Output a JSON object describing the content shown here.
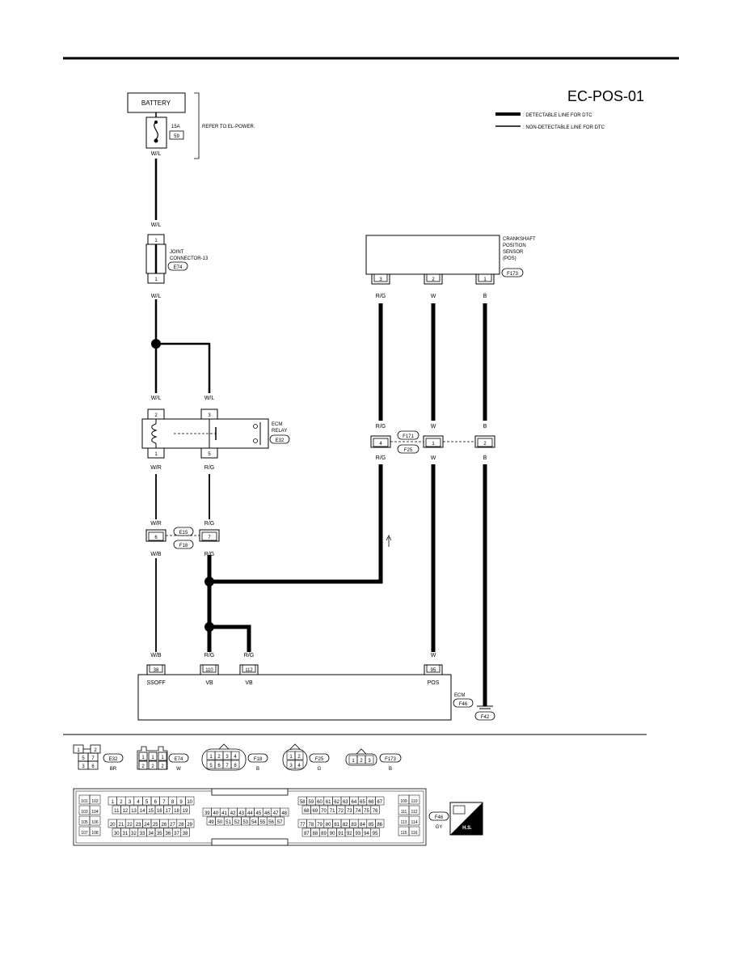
{
  "header": {
    "diagram_code": "EC-POS-01"
  },
  "legend": {
    "detectable": ": DETECTABLE LINE FOR DTC",
    "non_detectable": ": NON-DETECTABLE LINE FOR DTC"
  },
  "battery": {
    "label": "BATTERY",
    "fuse_rating": "15A",
    "fuse_number": "59",
    "refer_note": "REFER TO EL-POWER."
  },
  "joint_connector": {
    "name_line1": "JOINT",
    "name_line2": "CONNECTOR-13",
    "code": "E74",
    "pin_top": "1",
    "pin_bottom": "1"
  },
  "ecm_relay": {
    "name_line1": "ECM",
    "name_line2": "RELAY",
    "code": "E32",
    "pins": [
      "2",
      "3",
      "1",
      "5"
    ]
  },
  "crank_sensor": {
    "lines": [
      "CRANKSHAFT",
      "POSITION",
      "SENSOR",
      "(POS)"
    ],
    "code": "F173",
    "pins": [
      "3",
      "2",
      "1"
    ]
  },
  "connector_pair_left": {
    "top": "E15",
    "bottom": "F18",
    "pins": [
      "6",
      "7"
    ]
  },
  "connector_pair_right": {
    "top": "F171",
    "bottom": "F25",
    "pins": [
      "4",
      "1",
      "2"
    ]
  },
  "ecm": {
    "label": "ECM",
    "code": "F46",
    "ground": "F42",
    "pins": [
      {
        "num": "38",
        "name": "SSOFF"
      },
      {
        "num": "110",
        "name": "VB"
      },
      {
        "num": "112",
        "name": "VB"
      },
      {
        "num": "95",
        "name": "POS"
      }
    ]
  },
  "wire_colors": {
    "wl": "W/L",
    "wr": "W/R",
    "rg": "R/G",
    "wb": "W/B",
    "w": "W",
    "b": "B"
  },
  "connector_views": [
    {
      "code": "E32",
      "color": "BR",
      "cells": [
        "1",
        "2",
        "5",
        "7",
        "3",
        "6"
      ]
    },
    {
      "code": "E74",
      "color": "W",
      "cells": [
        "1",
        "1",
        "1",
        "2",
        "2",
        "2"
      ]
    },
    {
      "code": "F18",
      "color": "B",
      "cells": [
        "1",
        "2",
        "3",
        "4",
        "5",
        "6",
        "7",
        "8"
      ]
    },
    {
      "code": "F25",
      "color": "G",
      "cells": [
        "1",
        "2",
        "3",
        "4"
      ]
    },
    {
      "code": "F173",
      "color": "B",
      "cells": [
        "1",
        "2",
        "3"
      ]
    }
  ],
  "ecm_connector": {
    "code": "F46",
    "color": "GY",
    "badge": "H.S.",
    "left_block": [
      "101",
      "102",
      "103",
      "104",
      "105",
      "106",
      "107",
      "108"
    ],
    "right_block": [
      "109",
      "110",
      "111",
      "112",
      "113",
      "114",
      "115",
      "116"
    ],
    "group1_row1": [
      "1",
      "2",
      "3",
      "4",
      "5",
      "6",
      "7",
      "8",
      "9",
      "10"
    ],
    "group1_row2": [
      "11",
      "12",
      "13",
      "14",
      "15",
      "16",
      "17",
      "18",
      "19"
    ],
    "group1_row3": [
      "20",
      "21",
      "22",
      "23",
      "24",
      "25",
      "26",
      "27",
      "28",
      "29"
    ],
    "group1_row4": [
      "30",
      "31",
      "32",
      "33",
      "34",
      "35",
      "36",
      "37",
      "38"
    ],
    "group2_row1": [
      "39",
      "40",
      "41",
      "42",
      "43",
      "44",
      "45",
      "46",
      "47",
      "48"
    ],
    "group2_row2": [
      "49",
      "50",
      "51",
      "52",
      "53",
      "54",
      "55",
      "56",
      "57"
    ],
    "group3_row1": [
      "58",
      "59",
      "60",
      "61",
      "62",
      "63",
      "64",
      "65",
      "66",
      "67"
    ],
    "group3_row2": [
      "68",
      "69",
      "70",
      "71",
      "72",
      "73",
      "74",
      "75",
      "76"
    ],
    "group3_row3": [
      "77",
      "78",
      "79",
      "80",
      "81",
      "82",
      "83",
      "84",
      "85",
      "86"
    ],
    "group3_row4": [
      "87",
      "88",
      "89",
      "90",
      "91",
      "92",
      "93",
      "94",
      "95"
    ]
  }
}
